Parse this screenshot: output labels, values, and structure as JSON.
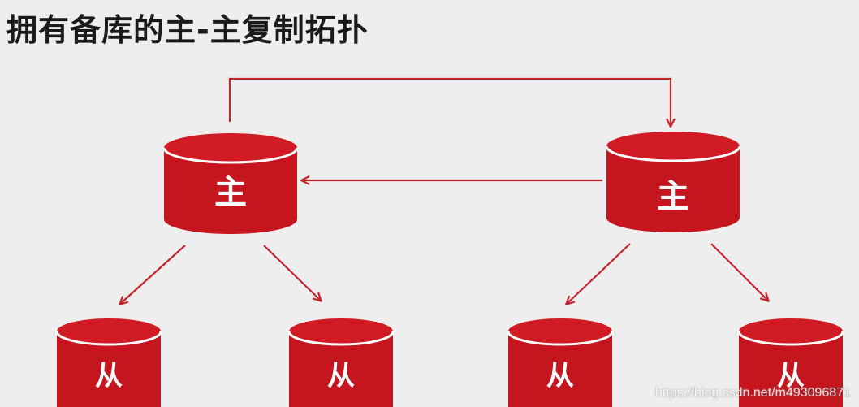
{
  "title": "拥有备库的主-主复制拓扑",
  "colors": {
    "db_fill": "#c5151e",
    "db_top": "#d01a24",
    "arrow": "#c0262c",
    "background": "#eeeeee"
  },
  "nodes": {
    "master_left": "主",
    "master_right": "主",
    "slave_1": "从",
    "slave_2": "从",
    "slave_3": "从",
    "slave_4": "从"
  },
  "watermark": "https://blog.csdn.net/m493096871"
}
